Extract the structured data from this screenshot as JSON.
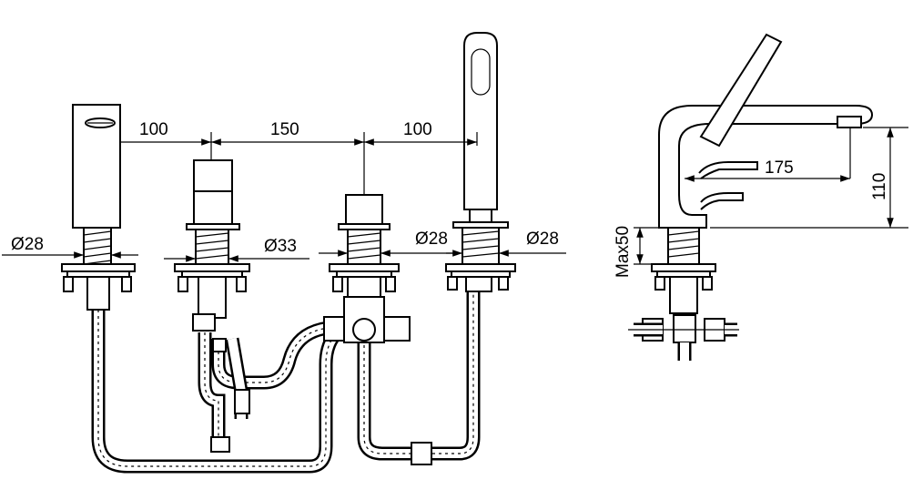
{
  "dimensions": {
    "spacing_1": "100",
    "spacing_2": "150",
    "spacing_3": "100",
    "diameter_spout": "Ø28",
    "diameter_mixer": "Ø33",
    "diameter_diverter": "Ø28",
    "diameter_shower": "Ø28",
    "side_reach": "175",
    "side_height": "110",
    "side_max_deck": "Max50"
  }
}
